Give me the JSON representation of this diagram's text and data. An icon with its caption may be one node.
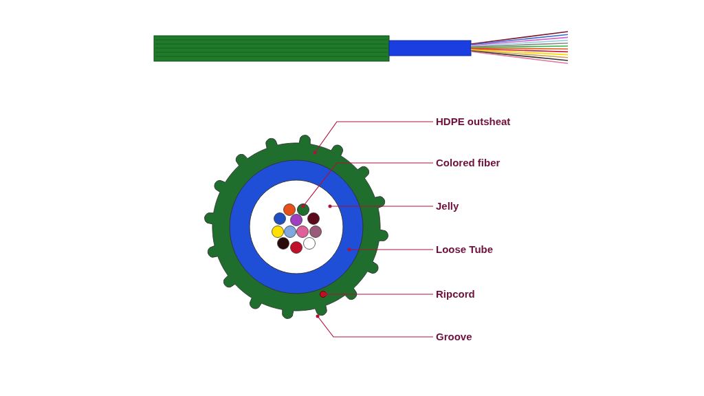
{
  "diagram": {
    "nodes": [
      {
        "text": [
          "HDPE outsheat"
        ]
      },
      {
        "text": [
          "Colored fiber"
        ]
      },
      {
        "text": [
          "Jelly"
        ]
      },
      {
        "text": [
          "Loose Tube"
        ]
      },
      {
        "text": [
          "Ripcord"
        ]
      },
      {
        "text": [
          "Groove"
        ]
      },
      {
        "text": [],
        "shape": "circle"
      },
      {
        "text": [],
        "shape": "circle",
        "in": 8
      },
      {
        "text": [],
        "shape": "circle",
        "in": 9
      },
      {
        "text": [],
        "shape": "circle",
        "in": 6
      },
      {
        "text": [],
        "shape": "circle",
        "in": 6
      }
    ],
    "edges": [
      {
        "from": 0,
        "to": 6,
        "arrow": "other"
      },
      {
        "from": 1,
        "to": 7,
        "arrow": "other"
      },
      {
        "from": 2,
        "to": 8,
        "arrow": "other"
      },
      {
        "from": 3,
        "to": 9,
        "arrow": "other"
      },
      {
        "from": 4,
        "to": 10,
        "arrow": "other"
      },
      {
        "from": 5,
        "to": 6,
        "arrow": "other"
      }
    ]
  }
}
